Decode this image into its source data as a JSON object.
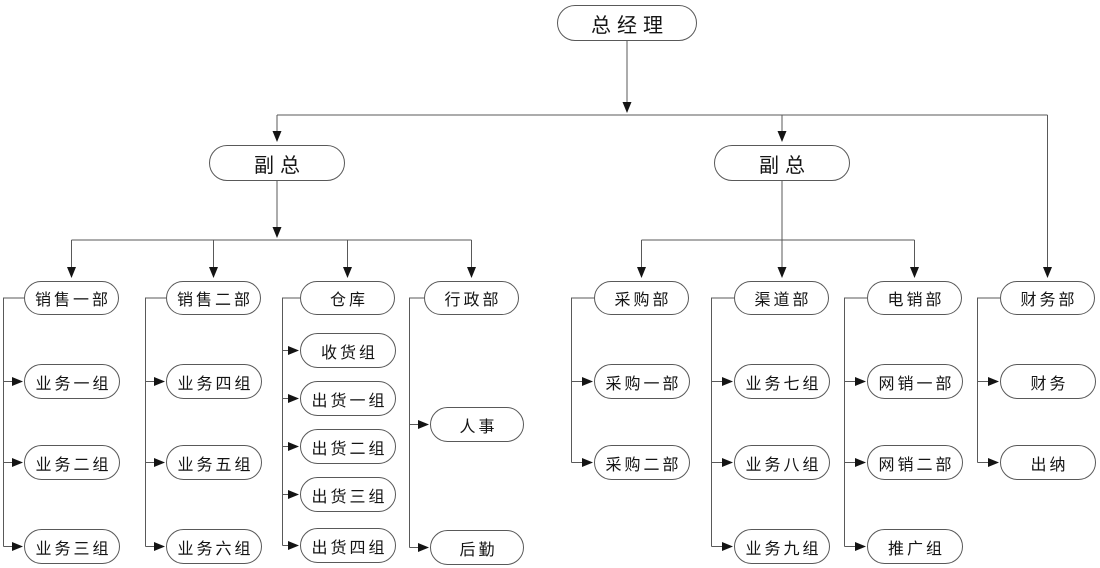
{
  "diagram": {
    "type": "org-chart",
    "root": {
      "label": "总经理"
    },
    "deputies": [
      {
        "label": "副总"
      },
      {
        "label": "副总"
      }
    ],
    "departments": [
      {
        "label": "销售一部",
        "children": [
          "业务一组",
          "业务二组",
          "业务三组"
        ]
      },
      {
        "label": "销售二部",
        "children": [
          "业务四组",
          "业务五组",
          "业务六组"
        ]
      },
      {
        "label": "仓库",
        "children": [
          "收货组",
          "出货一组",
          "出货二组",
          "出货三组",
          "出货四组"
        ]
      },
      {
        "label": "行政部",
        "children": [
          "人事",
          "后勤"
        ]
      },
      {
        "label": "采购部",
        "children": [
          "采购一部",
          "采购二部"
        ]
      },
      {
        "label": "渠道部",
        "children": [
          "业务七组",
          "业务八组",
          "业务九组"
        ]
      },
      {
        "label": "电销部",
        "children": [
          "网销一部",
          "网销二部",
          "推广组"
        ]
      },
      {
        "label": "财务部",
        "children": [
          "财务",
          "出纳"
        ]
      }
    ],
    "colors": {
      "background": "#ffffff",
      "line": "#595959",
      "arrowhead": "#141414",
      "node_border": "#595959",
      "node_fill": "#ffffff",
      "text": "#141414"
    }
  }
}
